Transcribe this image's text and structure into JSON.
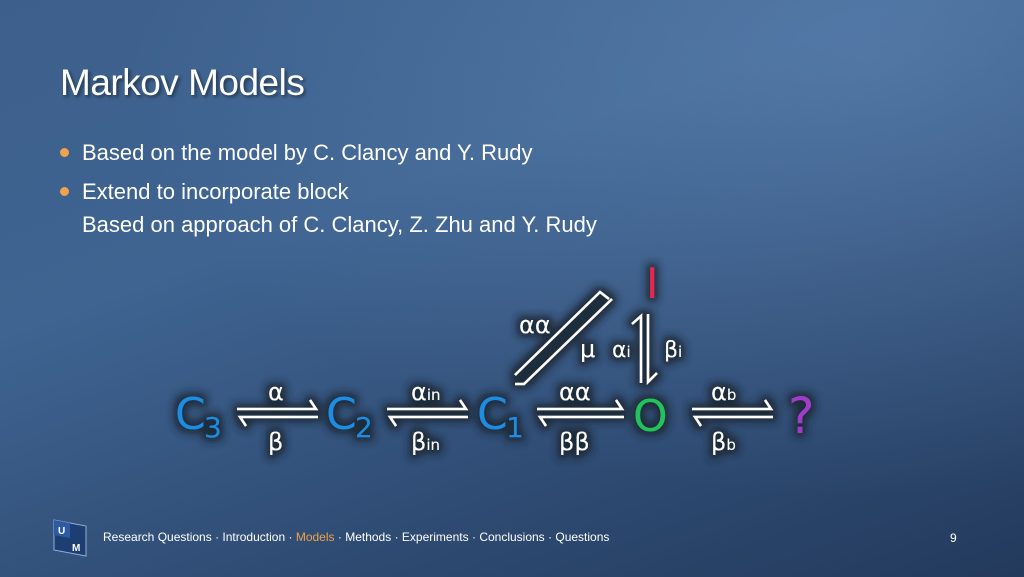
{
  "slide": {
    "title": "Markov Models",
    "bullets": [
      {
        "lines": [
          "Based on the model by C. Clancy and Y. Rudy"
        ]
      },
      {
        "lines": [
          "Extend to incorporate block",
          "Based on approach of C. Clancy, Z. Zhu and Y. Rudy"
        ]
      }
    ]
  },
  "diagram": {
    "states": {
      "c3": {
        "letter": "C",
        "sub": "3",
        "color": "#1f8de0"
      },
      "c2": {
        "letter": "C",
        "sub": "2",
        "color": "#1f8de0"
      },
      "c1": {
        "letter": "C",
        "sub": "1",
        "color": "#1f8de0"
      },
      "o": {
        "letter": "O",
        "color": "#22c45a"
      },
      "q": {
        "letter": "?",
        "color": "#a03cc8"
      },
      "i": {
        "letter": "I",
        "color": "#e8264f"
      }
    },
    "rates": {
      "c3_c2": {
        "forward": "α",
        "backward": "β"
      },
      "c2_c1": {
        "forward": "αin",
        "backward": "βin"
      },
      "c1_o": {
        "forward": "αα",
        "backward": "ββ"
      },
      "o_q": {
        "forward": "αb",
        "backward": "βb"
      },
      "c1_i": {
        "forward": "αα",
        "backward": "μ"
      },
      "o_i": {
        "forward": "αi",
        "backward": "βi"
      }
    }
  },
  "footer": {
    "nav": [
      {
        "label": "Research Questions",
        "active": false
      },
      {
        "label": "Introduction",
        "active": false
      },
      {
        "label": "Models",
        "active": true
      },
      {
        "label": "Methods",
        "active": false
      },
      {
        "label": "Experiments",
        "active": false
      },
      {
        "label": "Conclusions",
        "active": false
      },
      {
        "label": "Questions",
        "active": false
      }
    ],
    "separator": "·",
    "page_number": "9",
    "logo_letters": [
      "U",
      "M"
    ]
  }
}
